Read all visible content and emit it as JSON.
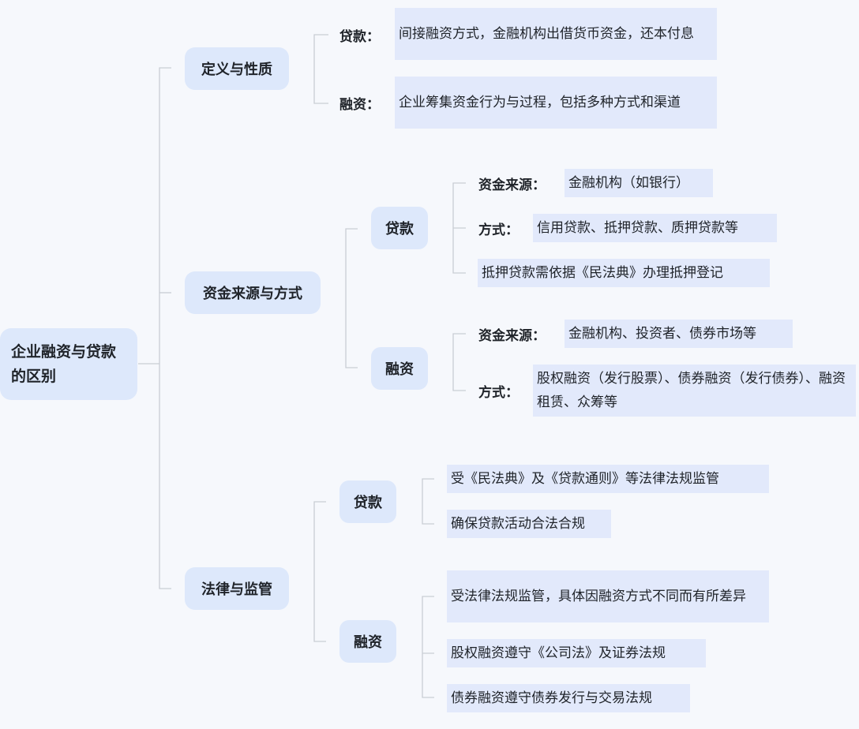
{
  "root": "企业融资与贷款的区别",
  "sections": [
    {
      "title": "定义与性质",
      "items": [
        {
          "label": "贷款：",
          "text": "间接融资方式，金融机构出借货币资金，还本付息"
        },
        {
          "label": "融资：",
          "text": "企业筹集资金行为与过程，包括多种方式和渠道"
        }
      ]
    },
    {
      "title": "资金来源与方式",
      "groups": [
        {
          "title": "贷款",
          "items": [
            {
              "label": "资金来源：",
              "text": "金融机构（如银行）"
            },
            {
              "label": "方式：",
              "text": "信用贷款、抵押贷款、质押贷款等"
            },
            {
              "label": "",
              "text": "抵押贷款需依据《民法典》办理抵押登记"
            }
          ]
        },
        {
          "title": "融资",
          "items": [
            {
              "label": "资金来源：",
              "text": "金融机构、投资者、债券市场等"
            },
            {
              "label": "方式：",
              "text": "股权融资（发行股票）、债券融资（发行债券）、融资租赁、众筹等"
            }
          ]
        }
      ]
    },
    {
      "title": "法律与监管",
      "groups": [
        {
          "title": "贷款",
          "items": [
            {
              "text": "受《民法典》及《贷款通则》等法律法规监管"
            },
            {
              "text": "确保贷款活动合法合规"
            }
          ]
        },
        {
          "title": "融资",
          "items": [
            {
              "text": "受法律法规监管，具体因融资方式不同而有所差异"
            },
            {
              "text": "股权融资遵守《公司法》及证券法规"
            },
            {
              "text": "债券融资遵守债券发行与交易法规"
            }
          ]
        }
      ]
    }
  ],
  "colors": {
    "node_bg": "#dde8fb",
    "leaf_bg": "#e2e9fb",
    "line": "#c9cdd4",
    "background": "#f6f8fc"
  }
}
